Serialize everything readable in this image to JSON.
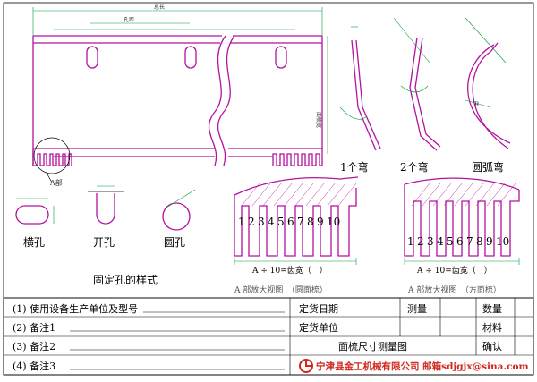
{
  "title_block": {
    "rows_left": [
      {
        "label": "(1) 使用设备生产单位及型号"
      },
      {
        "label": "(2) 备注1"
      },
      {
        "label": "(3) 备注2"
      },
      {
        "label": "(4) 备注3"
      }
    ],
    "order_date": "定货日期",
    "measure": "测量",
    "quantity": "数量",
    "order_unit": "定货单位",
    "material": "材料",
    "drawing_name": "面梳尺寸测量图",
    "confirm": "确认",
    "company": "宁津县金工机械有限公司 邮箱sdjgjx@sina.com"
  },
  "labels": {
    "one_bend": "1个弯",
    "two_bend": "2个弯",
    "arc_bend": "圆弧弯",
    "oblong_hole": "横孔",
    "open_hole": "开孔",
    "round_hole": "圆孔",
    "hole_styles": "固定孔的样式",
    "a_part": "A部",
    "tooth_numbers": [
      "1",
      "2",
      "3",
      "4",
      "5",
      "6",
      "7",
      "8",
      "9",
      "10"
    ],
    "pitch_left": "A ÷ 10=齿宽（　）",
    "pitch_right": "A ÷ 10=齿宽（　）",
    "enlarged_left": "A 部放大视图　（圆面梳）",
    "enlarged_right": "A 部放大视图　（方面梳）",
    "dim_total": "总长",
    "dim_pitch": "孔距",
    "dim_right": "面梳宽",
    "r_label": "R"
  },
  "colors": {
    "magenta": "#b3119e",
    "green": "#009a3a",
    "logo_red": "#d0271f"
  }
}
